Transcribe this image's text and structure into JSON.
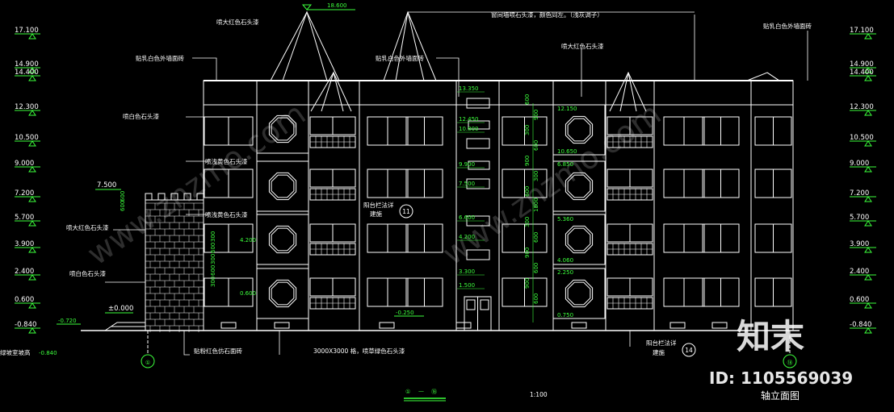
{
  "title": {
    "axis_range_left": "①",
    "axis_range_sep": "—",
    "axis_range_right": "⑱",
    "name": "轴立面图",
    "scale": "1:100"
  },
  "elevation_levels": [
    "17.100",
    "14.900",
    "14.400",
    "12.300",
    "10.500",
    "9.000",
    "7.200",
    "5.700",
    "3.900",
    "2.400",
    "0.600",
    "-0.840"
  ],
  "top_marker": "18.600",
  "small_tower": {
    "top": "7.500",
    "dims": [
      "600",
      "600"
    ]
  },
  "ground_labels": {
    "zero": "±0.000",
    "left_ext": "-0.720",
    "terrace": "-0.840",
    "terrace_caption": "绿坡室坡高",
    "center": "-0.250"
  },
  "stair_levels": [
    "13.350",
    "12.450",
    "10.800",
    "9.900",
    "7.500",
    "6.600",
    "4.200",
    "3.300",
    "1.500"
  ],
  "left_tower_levels": [
    "4.200",
    "0.600"
  ],
  "right_tower_levels": [
    "12.150",
    "10.650",
    "6.850",
    "5.360",
    "4.060",
    "2.250",
    "0.750"
  ],
  "dim_labels": [
    "600",
    "900",
    "300",
    "600",
    "900",
    "300",
    "600",
    "1800",
    "300",
    "600",
    "900",
    "600",
    "900",
    "600"
  ],
  "left_dims": [
    "300",
    "600",
    "300",
    "600",
    "300"
  ],
  "annotations": {
    "red_stone_top_left": "喷大红色石头漆",
    "white_tile_left": "贴乳白色外墙面砖",
    "white_tile_center": "贴乳白色外墙面砖",
    "window_frame_note": "窗间墙喷石头漆，颜色同左。（浅灰调子）",
    "red_stone_top_right": "喷大红色石头漆",
    "white_tile_right": "贴乳白色外墙面砖",
    "white_stone": "喷白色石头漆",
    "beige_stone": "喷浅黄色石头漆",
    "dark_beige_stone": "喷浅黄色石头漆",
    "red_stone_left": "喷大红色石头漆",
    "white_stone_lower": "喷白色石头漆",
    "red_brick": "贴粉红色仿石面砖",
    "gray_stone": "3000X3000 格，喷草绿色石头漆",
    "balcony_detail_1": "阳台栏法详",
    "balcony_detail_1b": "建施",
    "balcony_ref_1": "11",
    "balcony_detail_2": "阳台栏法详",
    "balcony_detail_2b": "建施",
    "balcony_ref_2": "14"
  },
  "axis_markers": {
    "left": "①",
    "right": "⑱"
  },
  "watermark": {
    "brand": "知末",
    "id": "ID: 1105569039",
    "site": "www.znzmo.com"
  },
  "colors": {
    "line": "#ffffff",
    "dim": "#3cff3c",
    "background": "#000000",
    "leader": "#ffffff"
  }
}
